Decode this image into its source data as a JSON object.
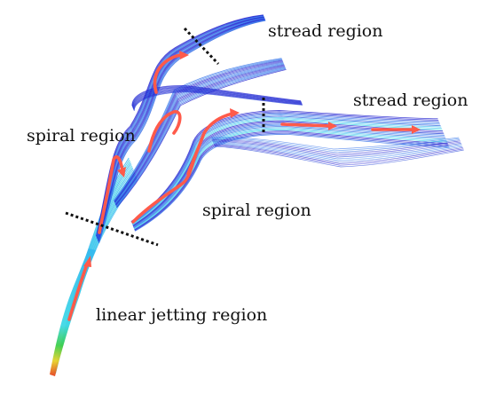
{
  "labels": {
    "stread_top": "stread region",
    "stread_right": "stread region",
    "spiral_left": "spiral region",
    "spiral_mid": "spiral region",
    "linear": "linear jetting region"
  },
  "colors": {
    "streamline_dark": "#1a1acc",
    "streamline_mid": "#2f6ee8",
    "streamline_light": "#35b8ee",
    "jet_cyan": "#3fd8e6",
    "jet_green": "#3ecf4a",
    "jet_yellow": "#e8d22a",
    "jet_red": "#e6401e",
    "arrow": "#ff5a4a",
    "divider": "#111111"
  }
}
